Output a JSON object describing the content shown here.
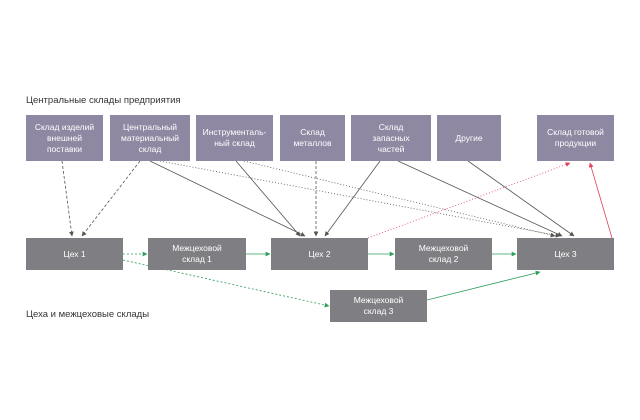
{
  "labels": {
    "central": "Центральные склады предприятия",
    "workshops": "Цеха и межцеховые склады"
  },
  "top_nodes": [
    "Склад изделий\nвнешней\nпоставки",
    "Центральный\nматериальный\nсклад",
    "Инструменталь-\nный склад",
    "Склад\nметаллов",
    "Склад\nзапасных\nчастей",
    "Другие",
    "Склад готовой\nпродукции"
  ],
  "bottom_nodes": [
    "Цех 1",
    "Межцеховой\nсклад 1",
    "Цех 2",
    "Межцеховой\nсклад 2",
    "Цех 3",
    "Межцеховой\nсклад 3"
  ],
  "colors": {
    "top_box": "#8e88a2",
    "bottom_box": "#7f7e82",
    "green_arrow": "#2e9e5b",
    "red_arrow": "#e0405a",
    "dark_arrow": "#555555"
  }
}
